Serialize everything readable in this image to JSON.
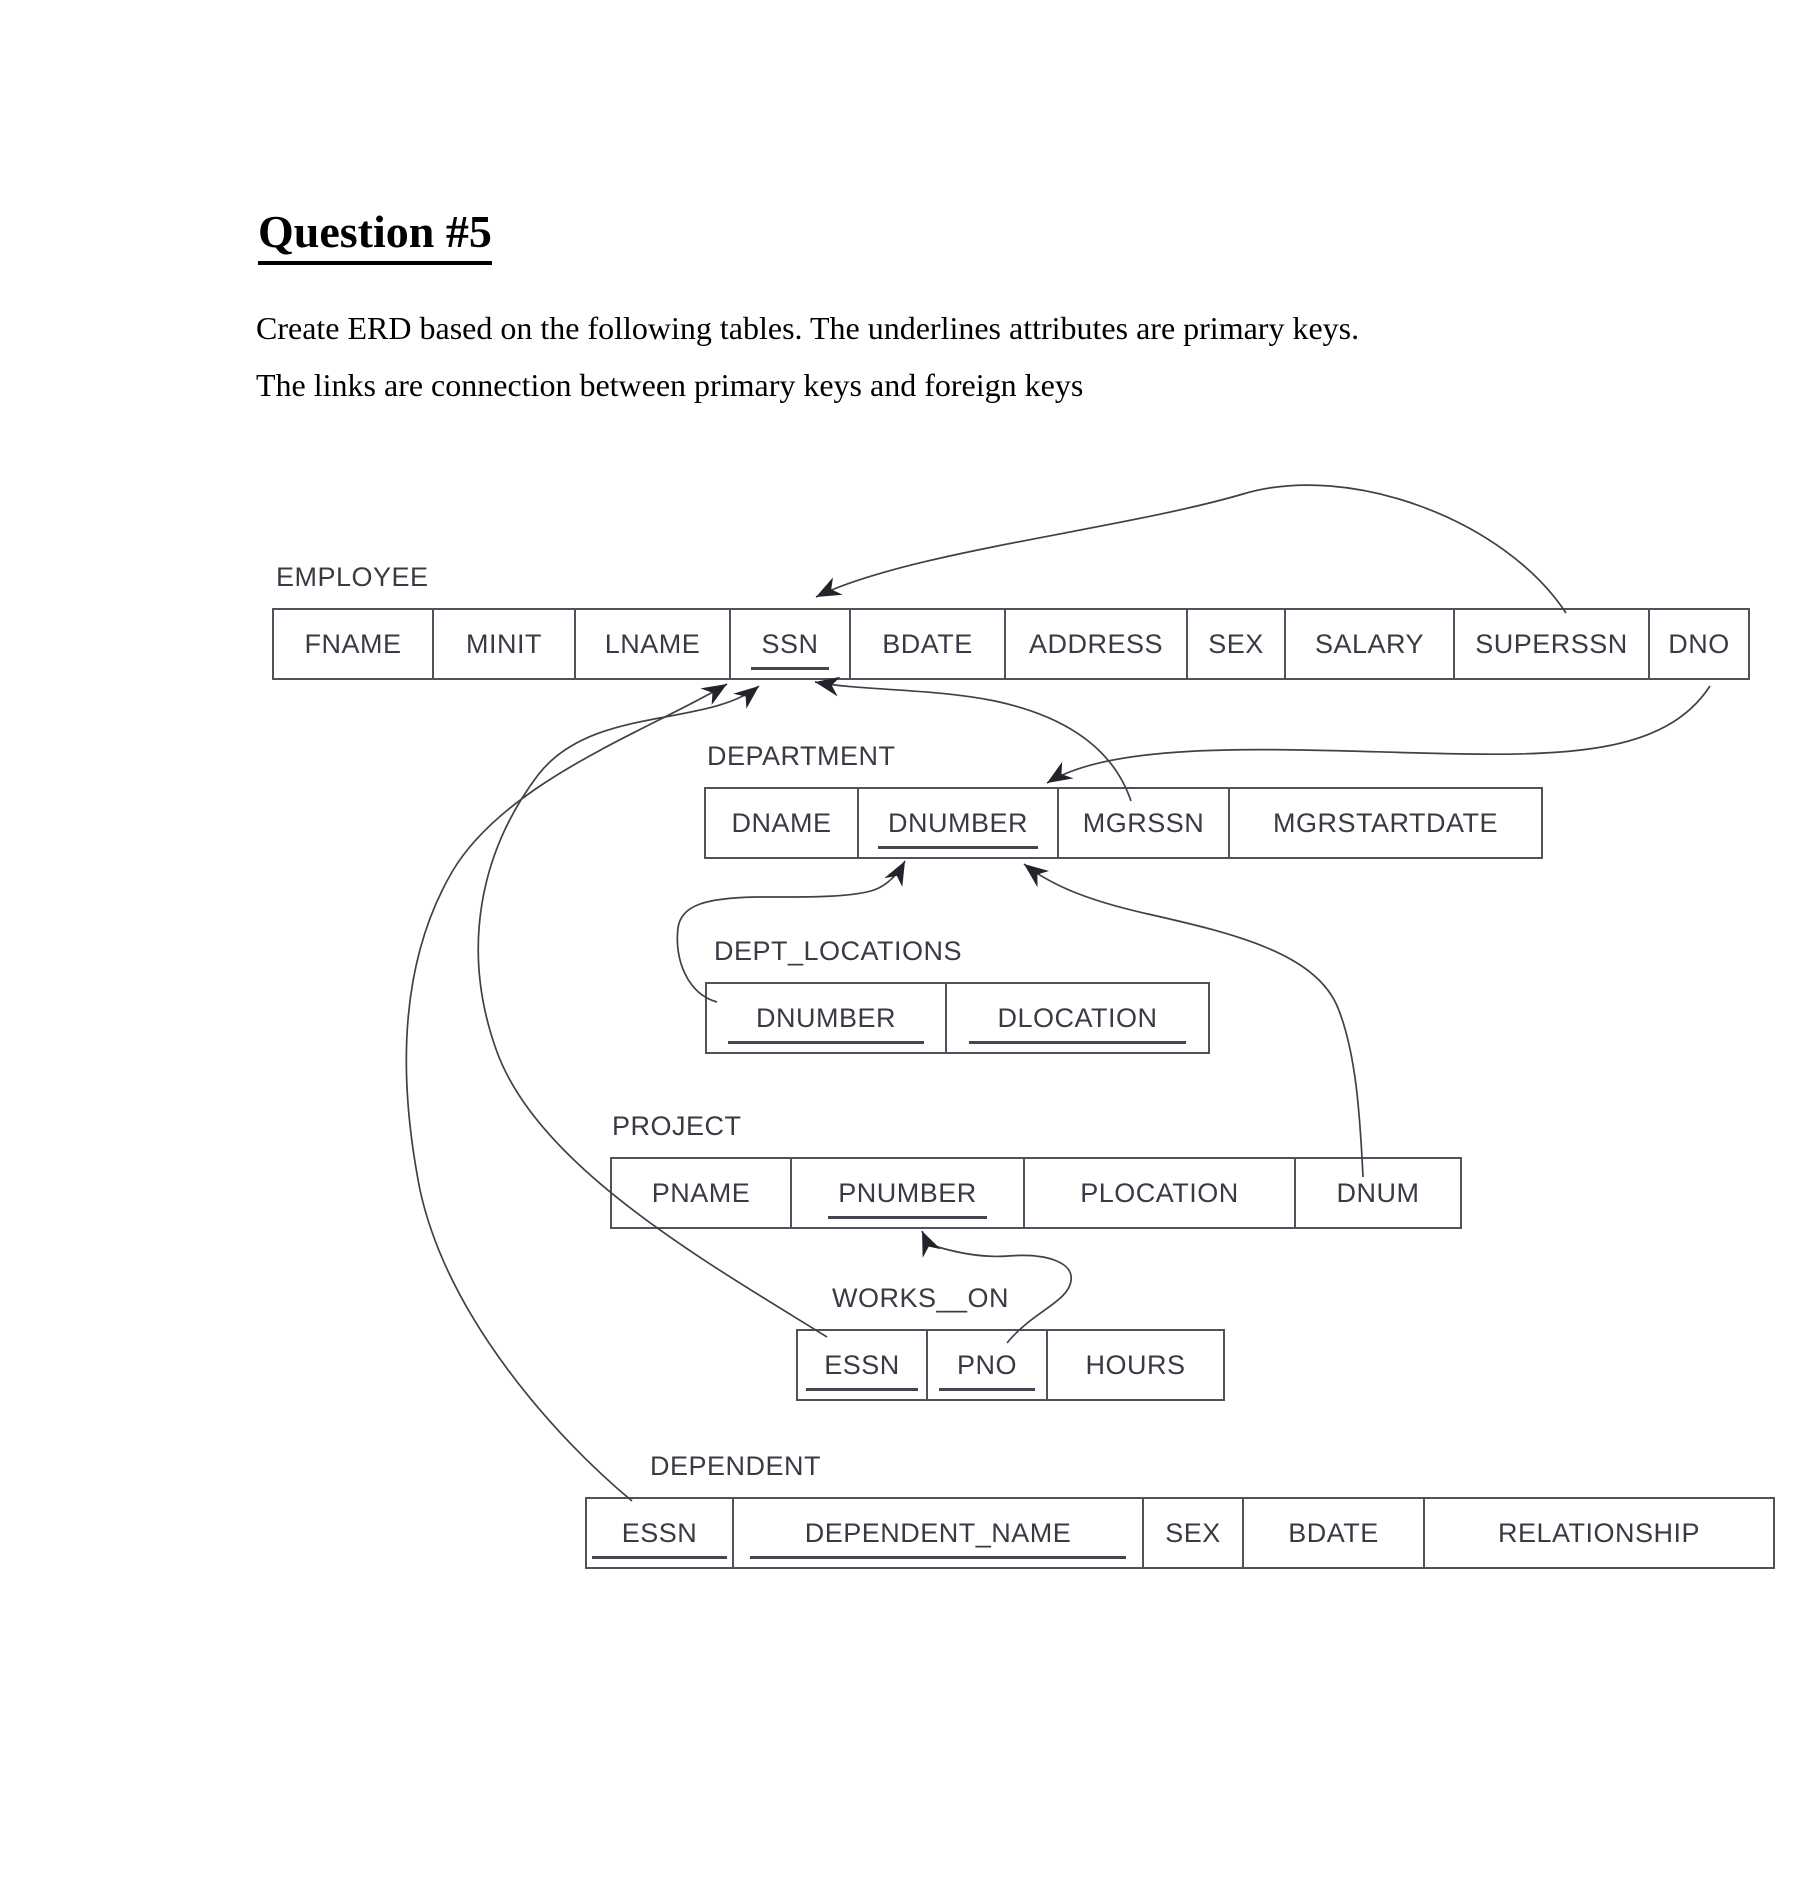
{
  "page": {
    "title": "Question #5",
    "instructions_line1": "Create ERD based on the following tables. The underlines attributes are primary keys.",
    "instructions_line2": "The links are connection between primary keys and foreign keys"
  },
  "colors": {
    "background": "#ffffff",
    "text": "#000000",
    "diagram_text": "#3a3a44",
    "table_border": "#51515b",
    "arrow_line": "#40404a",
    "arrowhead": "#23232b"
  },
  "tables": [
    {
      "name": "EMPLOYEE",
      "fields": [
        {
          "label": "FNAME",
          "pk": false
        },
        {
          "label": "MINIT",
          "pk": false
        },
        {
          "label": "LNAME",
          "pk": false
        },
        {
          "label": "SSN",
          "pk": true
        },
        {
          "label": "BDATE",
          "pk": false
        },
        {
          "label": "ADDRESS",
          "pk": false
        },
        {
          "label": "SEX",
          "pk": false
        },
        {
          "label": "SALARY",
          "pk": false
        },
        {
          "label": "SUPERSSN",
          "pk": false
        },
        {
          "label": "DNO",
          "pk": false
        }
      ]
    },
    {
      "name": "DEPARTMENT",
      "fields": [
        {
          "label": "DNAME",
          "pk": false
        },
        {
          "label": "DNUMBER",
          "pk": true
        },
        {
          "label": "MGRSSN",
          "pk": false
        },
        {
          "label": "MGRSTARTDATE",
          "pk": false
        }
      ]
    },
    {
      "name": "DEPT_LOCATIONS",
      "fields": [
        {
          "label": "DNUMBER",
          "pk": true
        },
        {
          "label": "DLOCATION",
          "pk": true
        }
      ]
    },
    {
      "name": "PROJECT",
      "fields": [
        {
          "label": "PNAME",
          "pk": false
        },
        {
          "label": "PNUMBER",
          "pk": true
        },
        {
          "label": "PLOCATION",
          "pk": false
        },
        {
          "label": "DNUM",
          "pk": false
        }
      ]
    },
    {
      "name": "WORKS__ON",
      "fields": [
        {
          "label": "ESSN",
          "pk": true
        },
        {
          "label": "PNO",
          "pk": true
        },
        {
          "label": "HOURS",
          "pk": false
        }
      ]
    },
    {
      "name": "DEPENDENT",
      "fields": [
        {
          "label": "ESSN",
          "pk": true
        },
        {
          "label": "DEPENDENT_NAME",
          "pk": true
        },
        {
          "label": "SEX",
          "pk": false
        },
        {
          "label": "BDATE",
          "pk": false
        },
        {
          "label": "RELATIONSHIP",
          "pk": false
        }
      ]
    }
  ],
  "relationships": [
    {
      "from": "EMPLOYEE.SUPERSSN",
      "to": "EMPLOYEE.SSN"
    },
    {
      "from": "EMPLOYEE.DNO",
      "to": "DEPARTMENT.DNUMBER"
    },
    {
      "from": "DEPARTMENT.MGRSSN",
      "to": "EMPLOYEE.SSN"
    },
    {
      "from": "DEPT_LOCATIONS.DNUMBER",
      "to": "DEPARTMENT.DNUMBER"
    },
    {
      "from": "PROJECT.DNUM",
      "to": "DEPARTMENT.DNUMBER"
    },
    {
      "from": "WORKS_ON.ESSN",
      "to": "EMPLOYEE.SSN"
    },
    {
      "from": "WORKS_ON.PNO",
      "to": "PROJECT.PNUMBER"
    },
    {
      "from": "DEPENDENT.ESSN",
      "to": "EMPLOYEE.SSN"
    }
  ]
}
